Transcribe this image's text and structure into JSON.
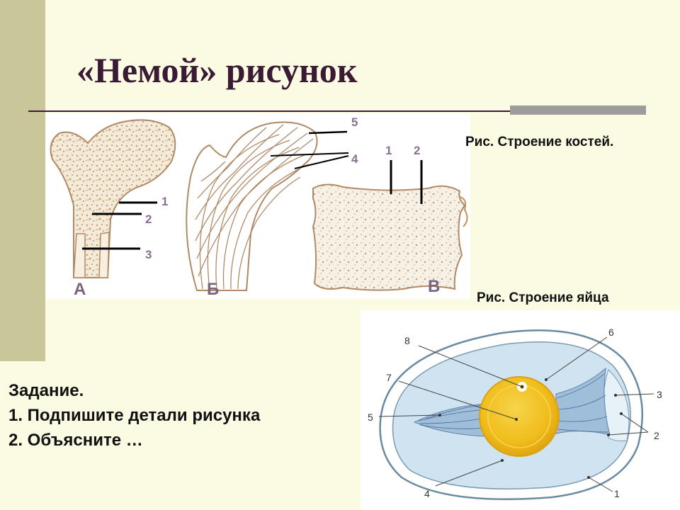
{
  "slide": {
    "title": "«Немой» рисунок",
    "caption_bones": "Рис. Строение костей.",
    "caption_egg": "Рис. Строение яйца",
    "task": {
      "heading": "Задание.",
      "items": [
        "1. Подпишите детали рисунка",
        "2. Объясните …"
      ]
    }
  },
  "bones_figure": {
    "parts": [
      "А",
      "Б",
      "В"
    ],
    "a_labels": [
      "1",
      "2",
      "3"
    ],
    "b_labels": [
      "5",
      "4"
    ],
    "c_labels": [
      "1",
      "2"
    ]
  },
  "egg_figure": {
    "labels": [
      "8",
      "6",
      "7",
      "3",
      "5",
      "2",
      "4",
      "1"
    ]
  },
  "colors": {
    "background": "#fbfbe3",
    "left_bar": "#c9c699",
    "title": "#3a1a34",
    "bone_fill": "#f3ead8",
    "yolk": "#f1c21e",
    "egg_white": "#cfe4f0"
  }
}
